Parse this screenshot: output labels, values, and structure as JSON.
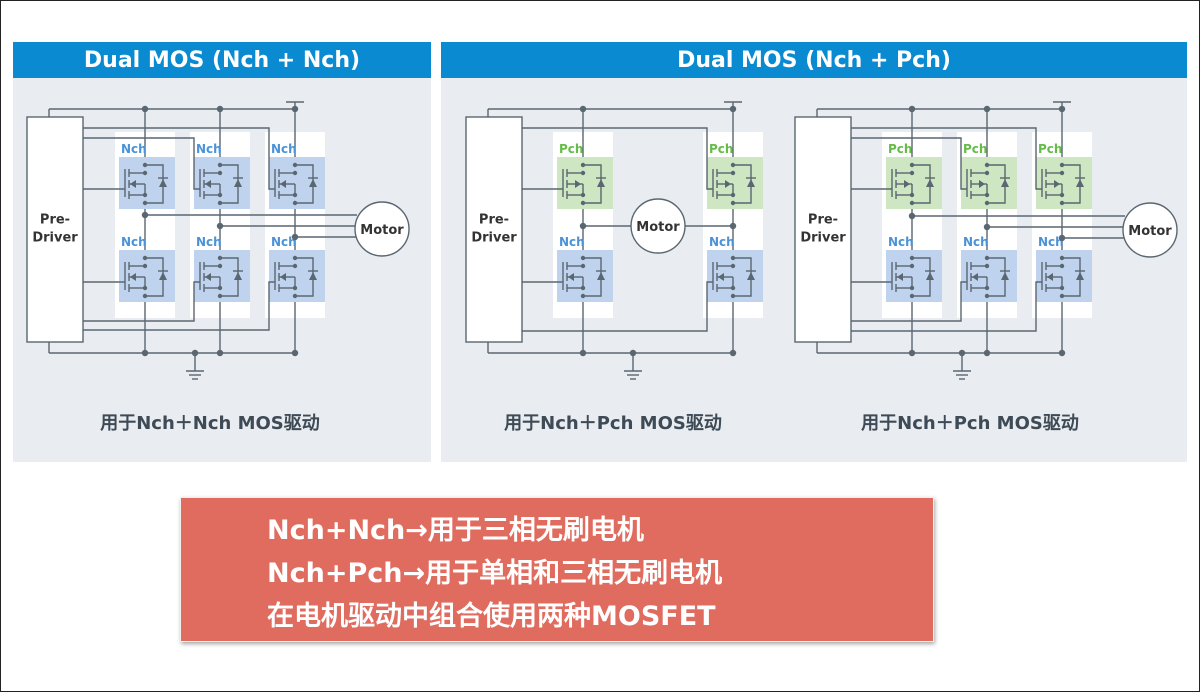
{
  "colors": {
    "header_blue": "#0a8ad0",
    "panel_bg": "#e9edf1",
    "wire": "#5a6670",
    "nch_fill": "#bfd3ee",
    "nch_label": "#4a93d8",
    "pch_fill": "#cfe6c2",
    "pch_label": "#66bb4a",
    "callout_bg": "#e06c5f"
  },
  "panels": [
    {
      "title": "Dual MOS (Nch + Nch)",
      "diagrams": [
        {
          "driver_label_1": "Pre-",
          "driver_label_2": "Driver",
          "motor_label": "Motor",
          "high_side": "Nch",
          "low_side": "Nch",
          "phases": 3,
          "caption": "用于Nch＋Nch MOS驱动"
        }
      ]
    },
    {
      "title": "Dual MOS (Nch + Pch)",
      "diagrams": [
        {
          "driver_label_1": "Pre-",
          "driver_label_2": "Driver",
          "motor_label": "Motor",
          "high_side": "Pch",
          "low_side": "Nch",
          "phases": 2,
          "caption": "用于Nch＋Pch MOS驱动"
        },
        {
          "driver_label_1": "Pre-",
          "driver_label_2": "Driver",
          "motor_label": "Motor",
          "high_side": "Pch",
          "low_side": "Nch",
          "phases": 3,
          "caption": "用于Nch＋Pch MOS驱动"
        }
      ]
    }
  ],
  "callout": {
    "lines": [
      "Nch+Nch→用于三相无刷电机",
      "Nch+Pch→用于单相和三相无刷电机",
      "在电机驱动中组合使用两种MOSFET"
    ]
  }
}
